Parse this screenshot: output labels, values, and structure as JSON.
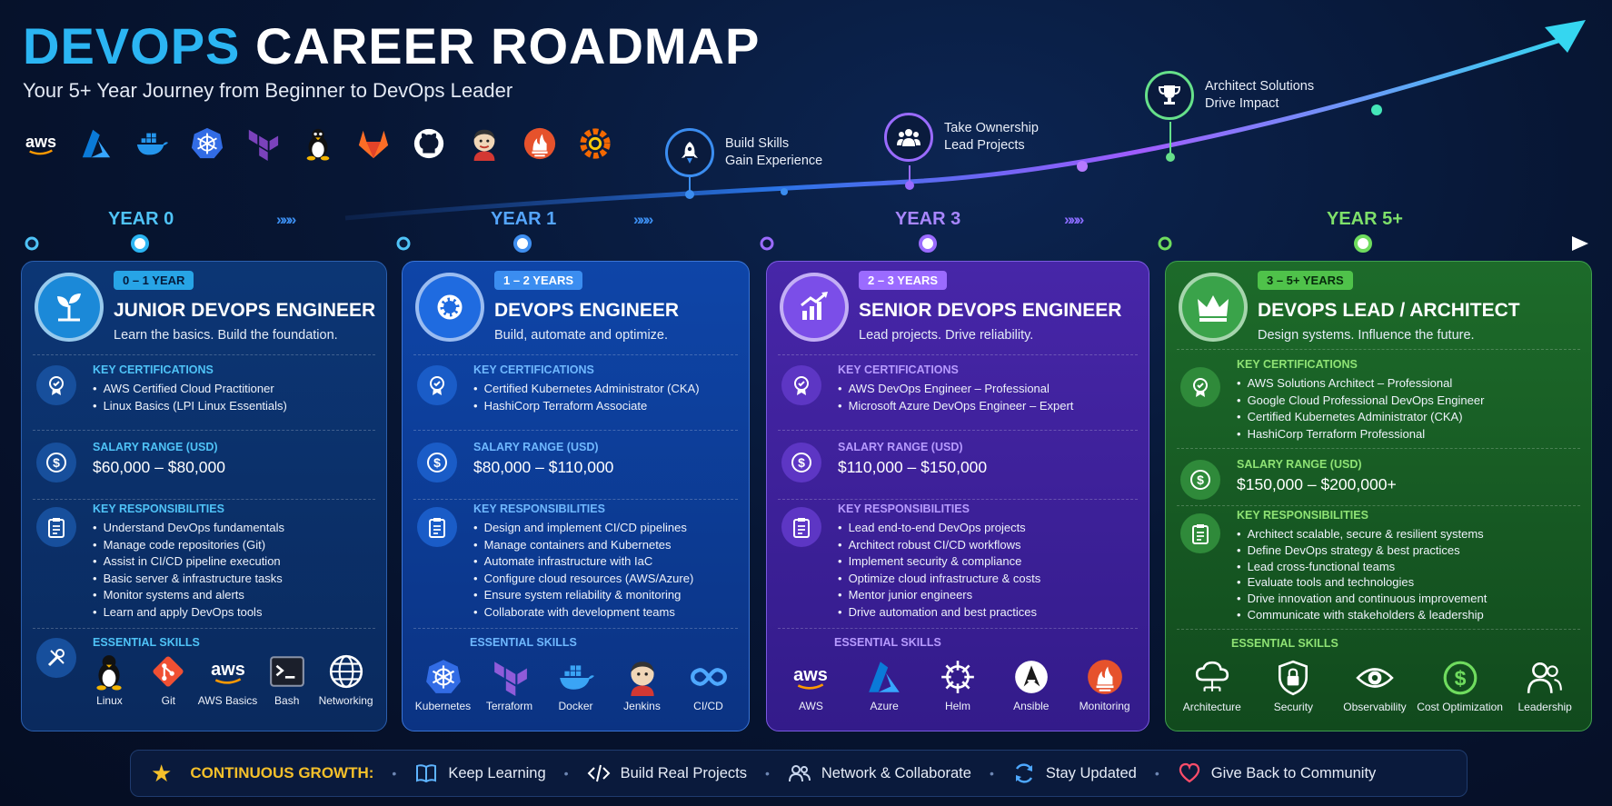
{
  "header": {
    "title_accent": "DEVOPS",
    "title_rest": "CAREER ROADMAP",
    "subtitle": "Your 5+ Year Journey from Beginner to DevOps Leader"
  },
  "tools": [
    "aws-icon",
    "azure-icon",
    "docker-icon",
    "kubernetes-icon",
    "terraform-icon",
    "linux-icon",
    "gitlab-icon",
    "github-icon",
    "jenkins-icon",
    "prometheus-icon",
    "grafana-icon"
  ],
  "tool_labels": {
    "aws": "aws"
  },
  "milestones": [
    {
      "line1": "Build Skills",
      "line2": "Gain Experience",
      "icon": "rocket-icon"
    },
    {
      "line1": "Take Ownership",
      "line2": "Lead Projects",
      "icon": "team-icon"
    },
    {
      "line1": "Architect Solutions",
      "line2": "Drive Impact",
      "icon": "trophy-icon"
    }
  ],
  "years": [
    "YEAR 0",
    "YEAR 1",
    "YEAR 3",
    "YEAR 5+"
  ],
  "chevrons": "»»»",
  "cards": [
    {
      "badge": "0 – 1 YEAR",
      "title": "JUNIOR DEVOPS ENGINEER",
      "tagline": "Learn the basics. Build the foundation.",
      "cert_head": "KEY CERTIFICATIONS",
      "certs": [
        "AWS Certified Cloud Practitioner",
        "Linux Basics (LPI Linux Essentials)"
      ],
      "salary_head": "SALARY RANGE (USD)",
      "salary": "$60,000 – $80,000",
      "resp_head": "KEY RESPONSIBILITIES",
      "resp": [
        "Understand DevOps fundamentals",
        "Manage code repositories (Git)",
        "Assist in CI/CD pipeline execution",
        "Basic server & infrastructure tasks",
        "Monitor systems and alerts",
        "Learn and apply DevOps tools"
      ],
      "skills_head": "ESSENTIAL SKILLS",
      "skills": [
        "Linux",
        "Git",
        "AWS Basics",
        "Bash",
        "Networking"
      ]
    },
    {
      "badge": "1 – 2 YEARS",
      "title": "DEVOPS ENGINEER",
      "tagline": "Build, automate and optimize.",
      "cert_head": "KEY CERTIFICATIONS",
      "certs": [
        "Certified Kubernetes Administrator (CKA)",
        "HashiCorp Terraform Associate"
      ],
      "salary_head": "SALARY RANGE (USD)",
      "salary": "$80,000 – $110,000",
      "resp_head": "KEY RESPONSIBILITIES",
      "resp": [
        "Design and implement CI/CD pipelines",
        "Manage containers and Kubernetes",
        "Automate infrastructure with IaC",
        "Configure cloud resources (AWS/Azure)",
        "Ensure system reliability & monitoring",
        "Collaborate with development teams"
      ],
      "skills_head": "ESSENTIAL SKILLS",
      "skills": [
        "Kubernetes",
        "Terraform",
        "Docker",
        "Jenkins",
        "CI/CD"
      ]
    },
    {
      "badge": "2 – 3 YEARS",
      "title": "SENIOR DEVOPS ENGINEER",
      "tagline": "Lead projects. Drive reliability.",
      "cert_head": "KEY CERTIFICATIONS",
      "certs": [
        "AWS DevOps Engineer – Professional",
        "Microsoft Azure DevOps Engineer – Expert"
      ],
      "salary_head": "SALARY RANGE (USD)",
      "salary": "$110,000 – $150,000",
      "resp_head": "KEY RESPONSIBILITIES",
      "resp": [
        "Lead end-to-end DevOps projects",
        "Architect robust CI/CD workflows",
        "Implement security & compliance",
        "Optimize cloud infrastructure & costs",
        "Mentor junior engineers",
        "Drive automation and best practices"
      ],
      "skills_head": "ESSENTIAL SKILLS",
      "skills": [
        "AWS",
        "Azure",
        "Helm",
        "Ansible",
        "Monitoring"
      ]
    },
    {
      "badge": "3 – 5+ YEARS",
      "title": "DEVOPS LEAD / ARCHITECT",
      "tagline": "Design systems. Influence the future.",
      "cert_head": "KEY CERTIFICATIONS",
      "certs": [
        "AWS Solutions Architect – Professional",
        "Google Cloud Professional DevOps Engineer",
        "Certified Kubernetes Administrator (CKA)",
        "HashiCorp Terraform Professional"
      ],
      "salary_head": "SALARY RANGE (USD)",
      "salary": "$150,000 – $200,000+",
      "resp_head": "KEY RESPONSIBILITIES",
      "resp": [
        "Architect scalable, secure & resilient systems",
        "Define DevOps strategy & best practices",
        "Lead cross-functional teams",
        "Evaluate tools and technologies",
        "Drive innovation and continuous improvement",
        "Communicate with stakeholders & leadership"
      ],
      "skills_head": "ESSENTIAL SKILLS",
      "skills": [
        "Architecture",
        "Security",
        "Observability",
        "Cost Optimization",
        "Leadership"
      ]
    }
  ],
  "footer": {
    "title": "CONTINUOUS GROWTH:",
    "items": [
      "Keep Learning",
      "Build Real Projects",
      "Network & Collaborate",
      "Stay Updated",
      "Give Back to Community"
    ]
  },
  "colors": {
    "c1": "#2bb5f3",
    "c2": "#3f8ff0",
    "c3": "#9b6bff",
    "c4": "#6fdc5e",
    "gold": "#f5c02a"
  }
}
